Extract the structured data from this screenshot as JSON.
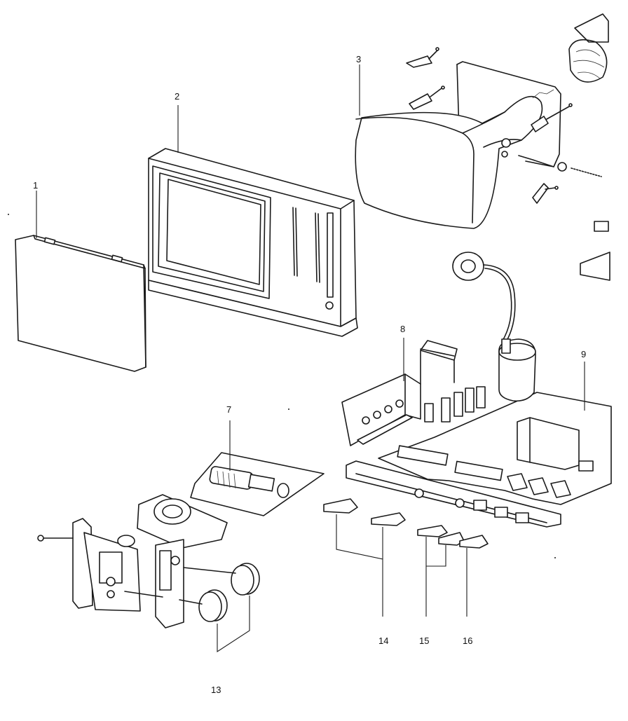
{
  "diagram": {
    "callouts": [
      {
        "id": "p1",
        "text": "1"
      },
      {
        "id": "p2",
        "text": "2"
      },
      {
        "id": "p3",
        "text": "3"
      },
      {
        "id": "p7",
        "text": "7"
      },
      {
        "id": "p8",
        "text": "8"
      },
      {
        "id": "p9",
        "text": "9"
      },
      {
        "id": "p13",
        "text": "13"
      },
      {
        "id": "p14",
        "text": "14"
      },
      {
        "id": "p15",
        "text": "15"
      },
      {
        "id": "p16",
        "text": "16"
      }
    ]
  }
}
